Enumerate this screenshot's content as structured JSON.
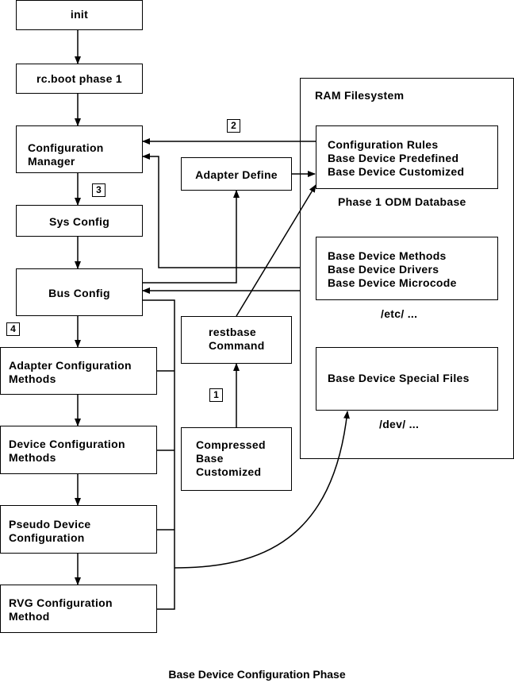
{
  "diagram": {
    "caption": "Base Device Configuration Phase",
    "boxes": {
      "init": "init",
      "rcboot": "rc.boot phase 1",
      "config_manager": "Configuration\nManager",
      "sys_config": "Sys Config",
      "bus_config": "Bus Config",
      "adapter_methods": "Adapter Configuration\nMethods",
      "device_methods": "Device Configuration\nMethods",
      "pseudo_device": "Pseudo Device\nConfiguration",
      "rvg_method": "RVG Configuration\nMethod",
      "adapter_define": "Adapter Define",
      "restbase": "restbase\nCommand",
      "compressed": "Compressed\nBase\nCustomized"
    },
    "ram_filesystem": {
      "title": "RAM Filesystem",
      "odm_box": "Configuration Rules\nBase Device Predefined\nBase Device Customized",
      "odm_label": "Phase 1 ODM Database",
      "methods_box": "Base Device Methods\nBase Device Drivers\nBase Device Microcode",
      "etc_label": "/etc/ ...",
      "special_box": "Base Device Special Files",
      "dev_label": "/dev/ ..."
    },
    "step_markers": [
      "1",
      "2",
      "3",
      "4"
    ]
  }
}
